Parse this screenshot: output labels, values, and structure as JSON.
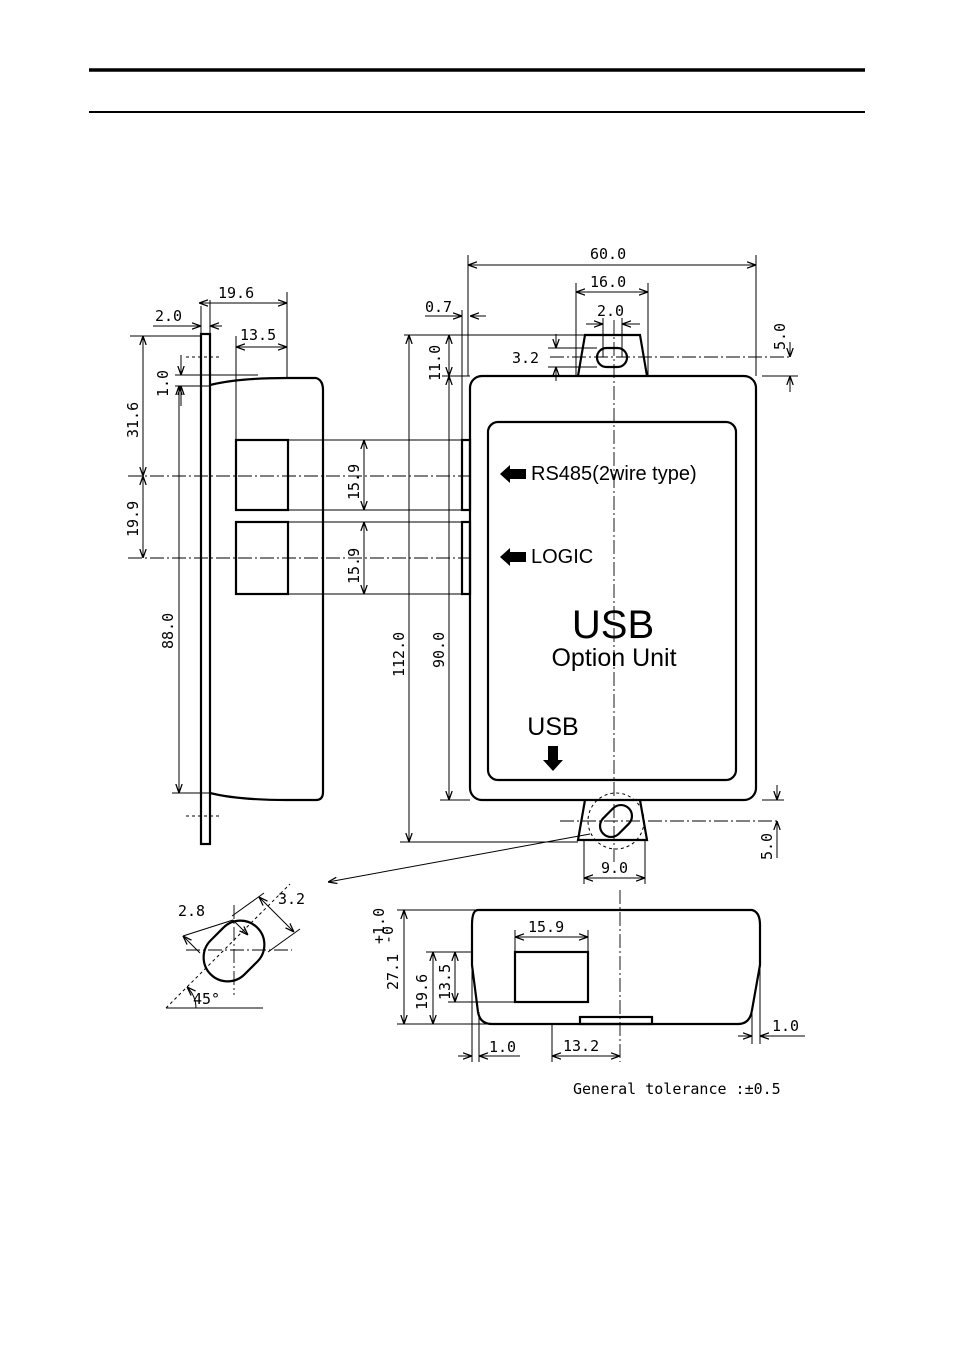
{
  "page": {
    "header_rule_count": 2
  },
  "labels": {
    "rs485": "RS485(2wire type)",
    "logic": "LOGIC",
    "usb_title": "USB",
    "option_unit": "Option Unit",
    "usb_port": "USB",
    "tolerance": "General tolerance :±0.5",
    "tol_plus": "+1.0",
    "tol_minus": "-0",
    "angle": "45°"
  },
  "dimensions": {
    "width_60": "60.0",
    "width_16": "16.0",
    "slot_2": "2.0",
    "slot_3_2_front": "3.2",
    "d_0_7": "0.7",
    "d_11": "11.0",
    "d_5_top": "5.0",
    "d_5_bot": "5.0",
    "d_112": "112.0",
    "d_90": "90.0",
    "d_9": "9.0",
    "side_19_6": "19.6",
    "side_2_0": "2.0",
    "side_13_5": "13.5",
    "side_1_0": "1.0",
    "side_31_6": "31.6",
    "side_19_9": "19.9",
    "side_88": "88.0",
    "conn_15_9_a": "15.9",
    "conn_15_9_b": "15.9",
    "detail_2_8": "2.8",
    "detail_3_2": "3.2",
    "bottom_15_9": "15.9",
    "bottom_27_1": "27.1",
    "bottom_19_6": "19.6",
    "bottom_13_5": "13.5",
    "bottom_1_0_left": "1.0",
    "bottom_13_2": "13.2",
    "bottom_1_0_right": "1.0"
  }
}
